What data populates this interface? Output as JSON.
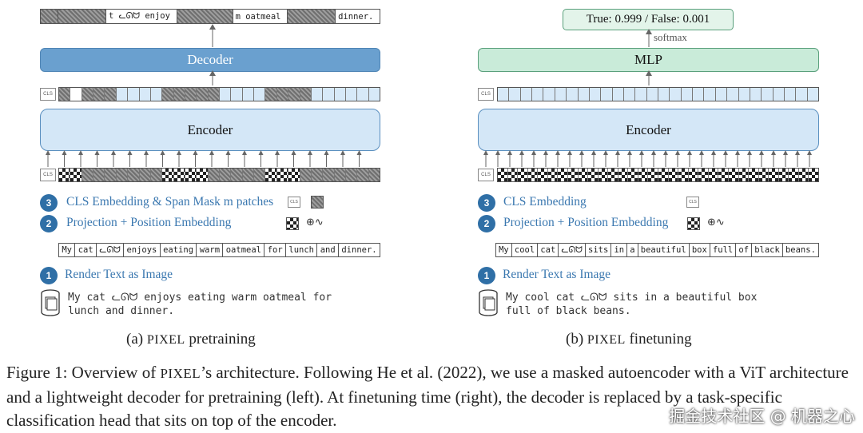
{
  "left": {
    "decoder_label": "Decoder",
    "encoder_label": "Encoder",
    "cls_label": "CLS",
    "top_output_tokens": [
      "",
      "",
      "t ᓚᘏᗢ enjoy",
      "",
      "m oatmeal",
      "",
      "dinner."
    ],
    "steps": [
      {
        "num": "3",
        "text": "CLS Embedding & Span Mask m patches"
      },
      {
        "num": "2",
        "text": "Projection + Position Embedding"
      },
      {
        "num": "1",
        "text": "Render Text as Image"
      }
    ],
    "rendered_tokens": [
      "My",
      "cat",
      "ᓚᘏᗢ",
      "enjoys",
      "eating",
      "warm",
      "oatmeal",
      "for",
      "lunch",
      "and",
      "dinner."
    ],
    "input_text_line1": "My cat ᓚᘏᗢ enjoys eating warm oatmeal for",
    "input_text_line2": "lunch and dinner.",
    "caption_prefix": "(a) ",
    "caption_pixel": "PIXEL",
    "caption_suffix": " pretraining",
    "pos_embed_symbol": "⊕∿"
  },
  "right": {
    "output_label": "True: 0.999 / False: 0.001",
    "softmax_label": "softmax",
    "mlp_label": "MLP",
    "encoder_label": "Encoder",
    "cls_label": "CLS",
    "steps": [
      {
        "num": "3",
        "text": "CLS Embedding"
      },
      {
        "num": "2",
        "text": "Projection + Position Embedding"
      },
      {
        "num": "1",
        "text": "Render Text as Image"
      }
    ],
    "rendered_tokens": [
      "My",
      "cool",
      "cat",
      "ᓚᘏᗢ",
      "sits",
      "in",
      "a",
      "beautiful",
      "box",
      "full",
      "of",
      "black",
      "beans."
    ],
    "input_text_line1": "My cool cat ᓚᘏᗢ sits in a beautiful box",
    "input_text_line2": "full of black beans.",
    "caption_prefix": "(b) ",
    "caption_pixel": "PIXEL",
    "caption_suffix": " finetuning",
    "pos_embed_symbol": "⊕∿"
  },
  "figure_caption": {
    "prefix": "Figure 1: Overview of ",
    "pixel": "PIXEL",
    "rest": "’s architecture. Following He et al. (2022), we use a masked autoencoder with a ViT architecture and a lightweight decoder for pretraining (left). At finetuning time (right), the decoder is replaced by a task-specific classification head that sits on top of the encoder."
  },
  "watermark": "掘金技术社区 @ 机器之心",
  "colors": {
    "decoder": "#6aa0cf",
    "encoder": "#d4e7f7",
    "mlp": "#c9ebd9",
    "badge": "#2f6fa6",
    "step_text": "#3b78b0"
  },
  "patterns": {
    "left_top_patches": "hwhhhbbbbhhhhhbbbbhhhhbbbbbb",
    "left_bottom_patches": "cchhhhhhhcccchhhhhccchhhhhhh",
    "right_top_patches": "bbbbbbbbbbbbbbbbbbbbbbbbbbbb",
    "right_bottom_patches": "cccccccccccccccccccccccccccccccc"
  }
}
